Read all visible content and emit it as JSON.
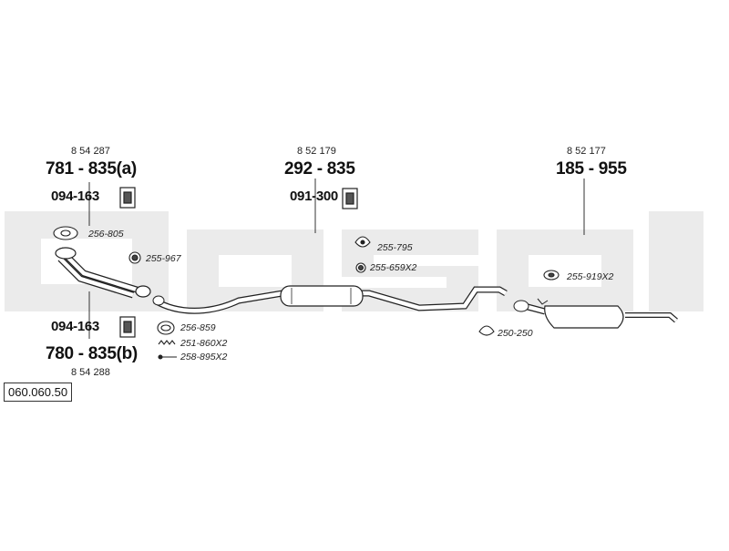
{
  "diagram_ref": "060.060.50",
  "watermark": "bosal",
  "front_pipe_top": {
    "oe_number": "8 54 287",
    "part_number": "781 - 835(a)",
    "mount": "094-163"
  },
  "front_pipe_bottom": {
    "oe_number": "8 54 288",
    "part_number": "780 - 835(b)",
    "mount": "094-163"
  },
  "middle_section": {
    "oe_number": "8 52 179",
    "part_number": "292 - 835",
    "mount": "091-300"
  },
  "rear_section": {
    "oe_number": "8 52 177",
    "part_number": "185 - 955"
  },
  "accessories": {
    "gasket_top": "256-805",
    "ring_255_967": "255-967",
    "flange_256_859": "256-859",
    "spring_251_860": "251-860X2",
    "bolt_258_895": "258-895X2",
    "clamp_255_795": "255-795",
    "ring_255_659": "255-659X2",
    "clamp_250_250": "250-250",
    "ring_255_919": "255-919X2"
  }
}
